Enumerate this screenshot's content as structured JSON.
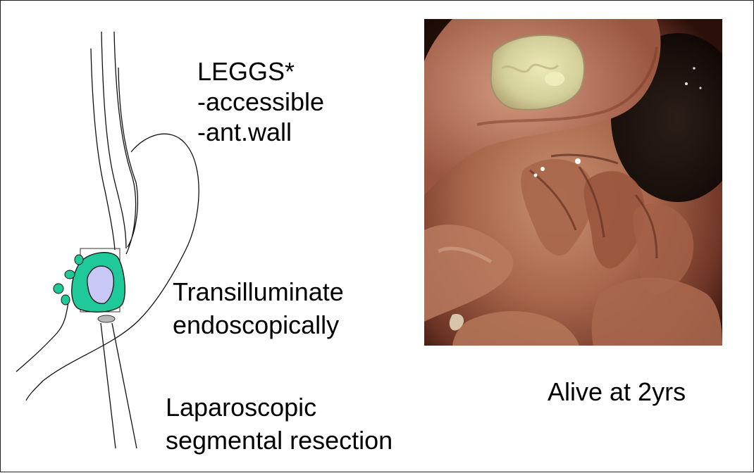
{
  "labels": {
    "leggs_title": "LEGGS*",
    "leggs_point1": "-accessible",
    "leggs_point2": "-ant.wall",
    "transilluminate_line1": "Transilluminate",
    "transilluminate_line2": "endoscopically",
    "laparoscopic_line1": "Laparoscopic",
    "laparoscopic_line2": "segmental resection",
    "outcome": "Alive at 2yrs"
  },
  "colors": {
    "tumor_fill": "#1fc99a",
    "lesion_fill": "#c8c8f8",
    "photo_pink": "#b86a52",
    "ulcer_base": "#d9d6a4"
  }
}
